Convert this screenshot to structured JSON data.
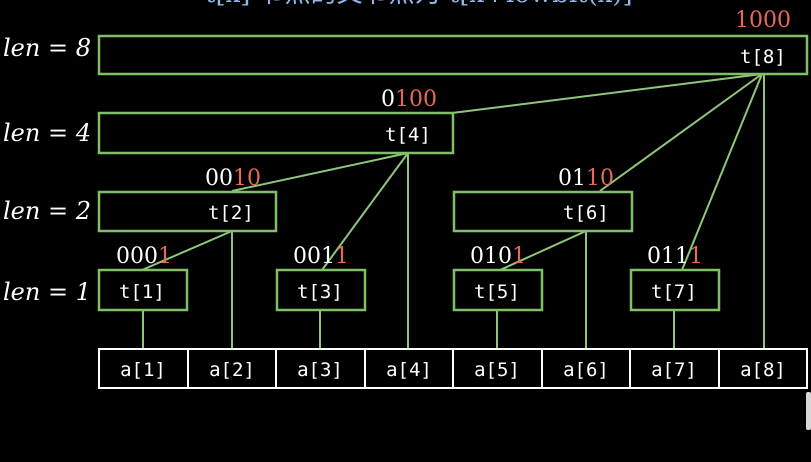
{
  "header": {
    "caption": "t[x] 节点的父节点为 t[x+lowbit(x)]"
  },
  "levels": [
    {
      "id": "8",
      "text": "len = 8"
    },
    {
      "id": "4",
      "text": "len = 4"
    },
    {
      "id": "2",
      "text": "len = 2"
    },
    {
      "id": "1",
      "text": "len = 1"
    }
  ],
  "tree_nodes": [
    {
      "id": "t1",
      "label": "t[1]",
      "bin_prefix": "000",
      "bin_low": "1"
    },
    {
      "id": "t2",
      "label": "t[2]",
      "bin_prefix": "00",
      "bin_low": "10"
    },
    {
      "id": "t3",
      "label": "t[3]",
      "bin_prefix": "001",
      "bin_low": "1"
    },
    {
      "id": "t4",
      "label": "t[4]",
      "bin_prefix": "0",
      "bin_low": "100"
    },
    {
      "id": "t5",
      "label": "t[5]",
      "bin_prefix": "010",
      "bin_low": "1"
    },
    {
      "id": "t6",
      "label": "t[6]",
      "bin_prefix": "01",
      "bin_low": "10"
    },
    {
      "id": "t7",
      "label": "t[7]",
      "bin_prefix": "011",
      "bin_low": "1"
    },
    {
      "id": "t8",
      "label": "t[8]",
      "bin_prefix": "",
      "bin_low": "1000"
    }
  ],
  "array_cells": [
    "a[1]",
    "a[2]",
    "a[3]",
    "a[4]",
    "a[5]",
    "a[6]",
    "a[7]",
    "a[8]"
  ],
  "colors": {
    "background": "#000000",
    "node_stroke": "#7fbf6a",
    "edge": "#8fc77a",
    "text": "#ffffff",
    "lowbit": "#e8685a",
    "caption": "#8fb8e8"
  }
}
